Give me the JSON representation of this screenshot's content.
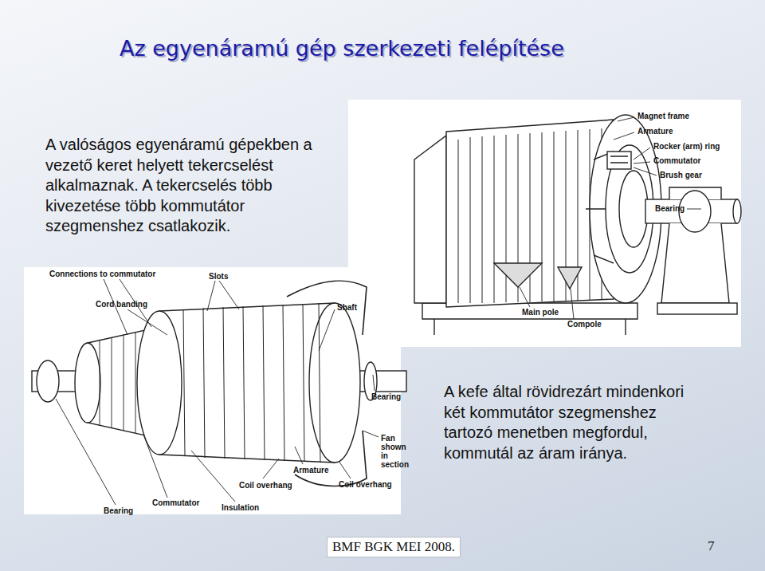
{
  "diagram": {
    "title": "Az egyenáramú gép szerkezeti felépítése",
    "labels": [
      "A valóságos egyenáramú gépekben a vezető keret helyett tekercselést alkalmaznak. A tekercselés több kivezetése több kommutátor szegmenshez csatlakozik.",
      "Magnet frame",
      "Armature",
      "Rocker (arm) ring",
      "Commutator",
      "Brush gear",
      "Bearing",
      "Main pole",
      "Compole",
      "Connections to commutator",
      "Slots",
      "Cord banding",
      "Shaft",
      "Bearing",
      "Fan shown in section",
      "Armature",
      "Coil overhang",
      "Coil overhang",
      "Commutator",
      "Insulation",
      "Bearing",
      "A kefe által rövidrezárt mindenkori két kommutátor szegmenshez tartozó menetben megfordul, kommutál az áram iránya.",
      "BMF BGK MEI 2008.",
      "7"
    ]
  }
}
